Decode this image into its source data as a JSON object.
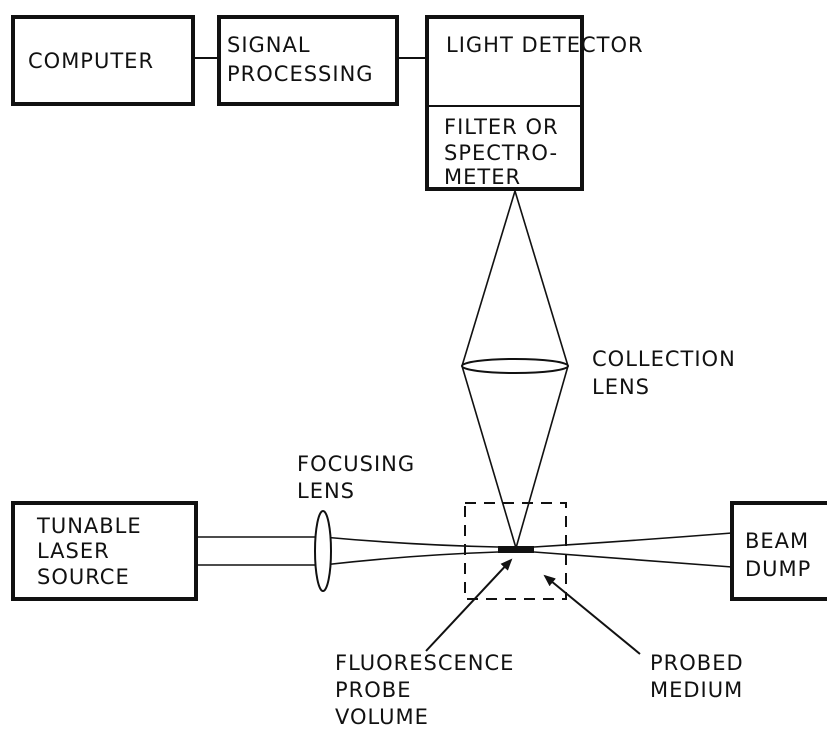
{
  "blocks": {
    "computer": "COMPUTER",
    "signal_processing": [
      "SIGNAL",
      "PROCESSING"
    ],
    "light_detector": "LIGHT DETECTOR",
    "filter_spectrometer": [
      "FILTER OR",
      "SPECTRO-",
      "METER"
    ],
    "laser_source": [
      "TUNABLE",
      "LASER",
      "SOURCE"
    ],
    "beam_dump": [
      "BEAM",
      "DUMP"
    ]
  },
  "labels": {
    "collection_lens": [
      "COLLECTION",
      "LENS"
    ],
    "focusing_lens": [
      "FOCUSING",
      "LENS"
    ],
    "fluorescence_probe_volume": [
      "FLUORESCENCE",
      "PROBE",
      "VOLUME"
    ],
    "probed_medium": [
      "PROBED",
      "MEDIUM"
    ]
  }
}
